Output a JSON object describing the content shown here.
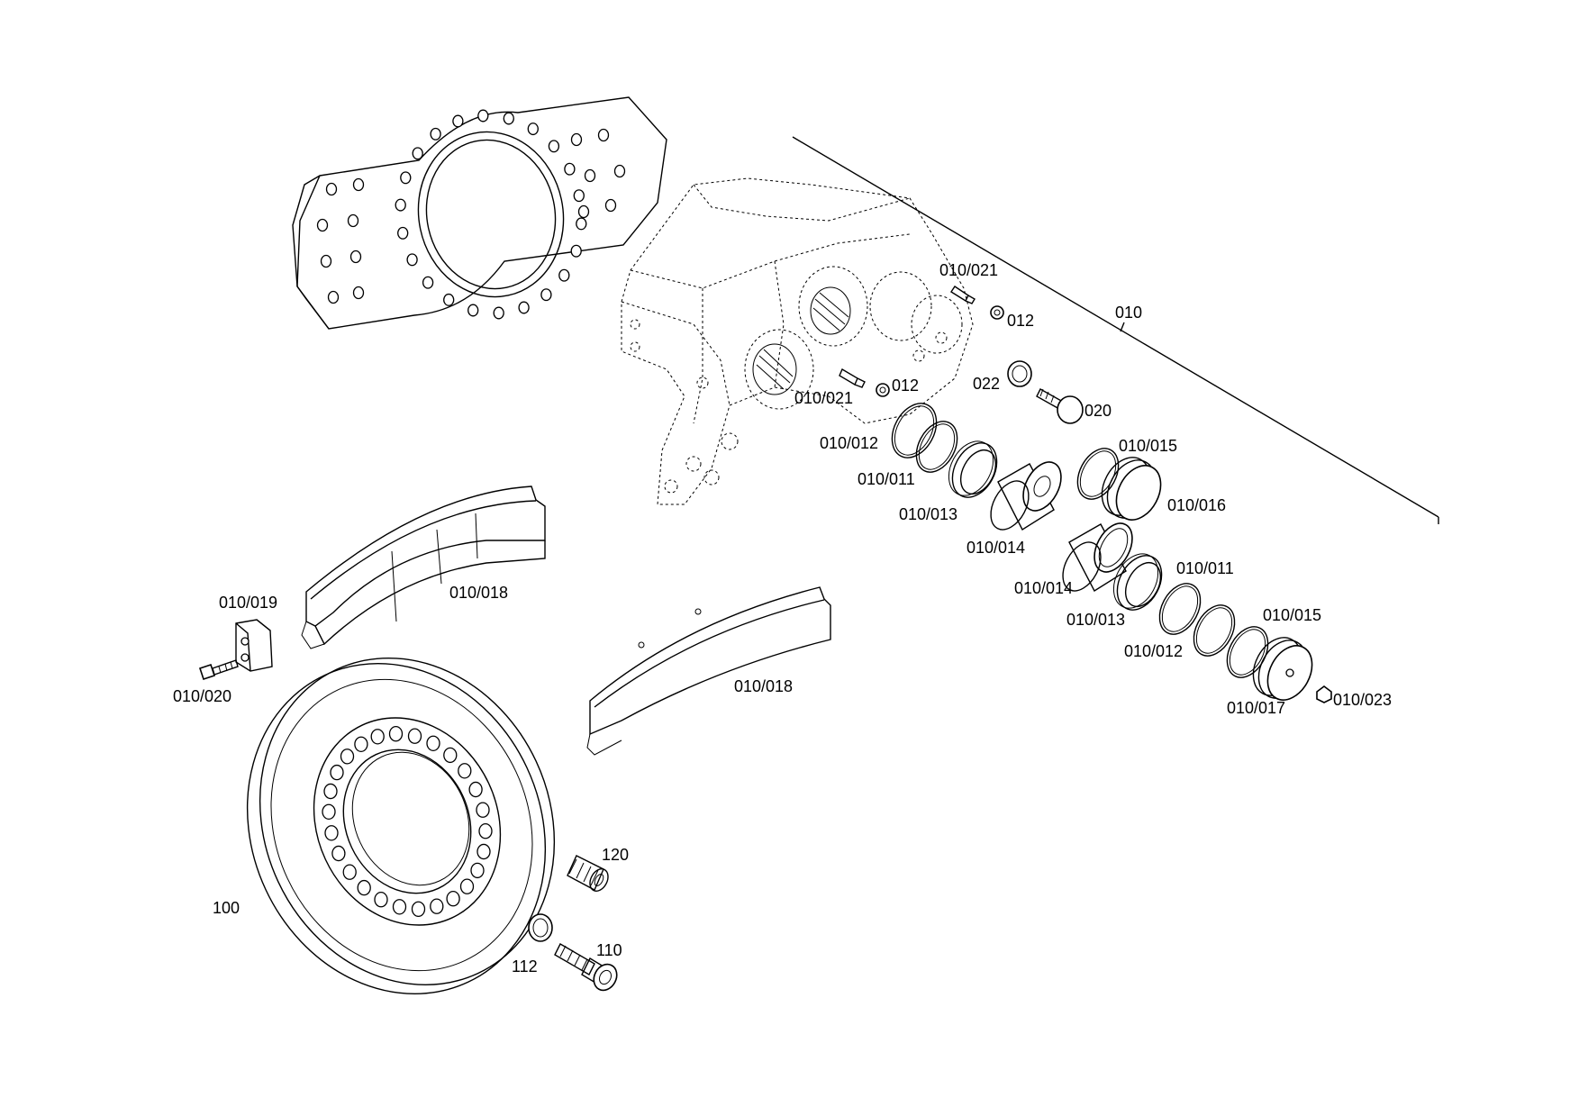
{
  "labels": {
    "l_010": "010",
    "l_010_021_a": "010/021",
    "l_012_a": "012",
    "l_010_021_b": "010/021",
    "l_012_b": "012",
    "l_022": "022",
    "l_020": "020",
    "l_010_012_a": "010/012",
    "l_010_011_a": "010/011",
    "l_010_013_a": "010/013",
    "l_010_014_a": "010/014",
    "l_010_015_a": "010/015",
    "l_010_016": "010/016",
    "l_010_014_b": "010/014",
    "l_010_013_b": "010/013",
    "l_010_011_b": "010/011",
    "l_010_012_b": "010/012",
    "l_010_015_b": "010/015",
    "l_010_017": "010/017",
    "l_010_023": "010/023",
    "l_010_019": "010/019",
    "l_010_018_a": "010/018",
    "l_010_020": "010/020",
    "l_010_018_b": "010/018",
    "l_100": "100",
    "l_120": "120",
    "l_110": "110",
    "l_112": "112"
  }
}
